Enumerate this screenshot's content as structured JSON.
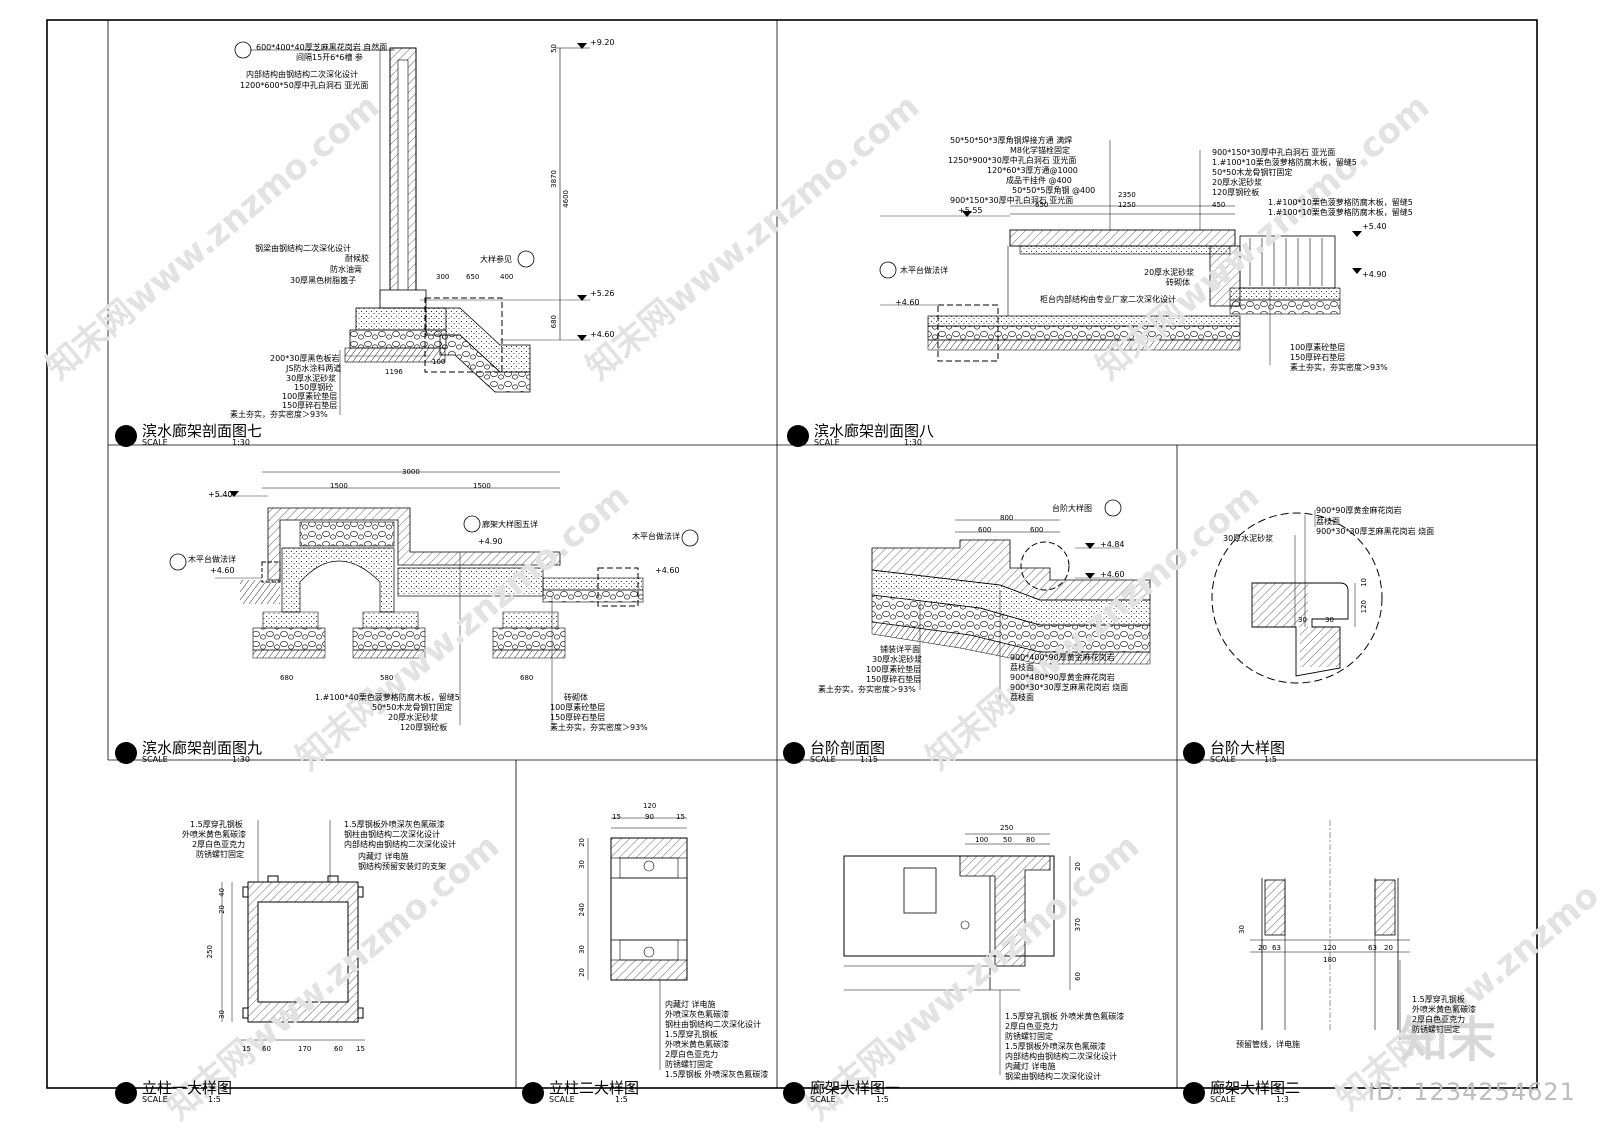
{
  "watermark": {
    "site": "知末网www.znzmo.com",
    "logo": "知末",
    "id": "ID: 1234254621"
  },
  "panels": [
    {
      "title": "滨水廊架剖面图七",
      "scale_label": "SCALE",
      "scale": "1:30"
    },
    {
      "title": "滨水廊架剖面图八",
      "scale_label": "SCALE",
      "scale": "1:30"
    },
    {
      "title": "滨水廊架剖面图九",
      "scale_label": "SCALE",
      "scale": "1:30"
    },
    {
      "title": "台阶剖面图",
      "scale_label": "SCALE",
      "scale": "1:15"
    },
    {
      "title": "台阶大样图",
      "scale_label": "SCALE",
      "scale": "1:5"
    },
    {
      "title": "立柱一大样图",
      "scale_label": "SCALE",
      "scale": "1:5"
    },
    {
      "title": "立柱二大样图",
      "scale_label": "SCALE",
      "scale": "1:5"
    },
    {
      "title": "廊架大样图一",
      "scale_label": "SCALE",
      "scale": "1:5"
    },
    {
      "title": "廊架大样图二",
      "scale_label": "SCALE",
      "scale": "1:3"
    }
  ],
  "p7": {
    "notes_top": [
      "600*400*40厚芝麻黑花岗岩 自然面",
      "间隔15开6*6槽 参",
      "内部结构由钢结构二次深化设计",
      "1200*600*50厚中孔白洞石 亚光面"
    ],
    "notes_mid": [
      "钢梁由钢结构二次深化设计",
      "耐候胶",
      "防水油膏",
      "30厚黑色树脂篦子"
    ],
    "notes_bot": [
      "200*30厚黑色板岩",
      "JS防水涂料两道",
      "30厚水泥砂浆",
      "150厚钢砼",
      "100厚素砼垫层",
      "150厚碎石垫层",
      "素土夯实，夯实密度＞93%"
    ],
    "detail_ref": "大样参见",
    "levels": [
      "+9.20",
      "+5.26",
      "+4.60"
    ],
    "dims": [
      "50",
      "3870",
      "4600",
      "680",
      "1196",
      "300",
      "650",
      "400",
      "100"
    ]
  },
  "p8": {
    "notes_left": [
      "50*50*50*3厚角钢焊接方通 满焊",
      "M8化学锚栓固定",
      "1250*900*30厚中孔白洞石 亚光面",
      "120*60*3厚方通@1000",
      "成品干挂件 @400",
      "50*50*5厚角钢 @400",
      "900*150*30厚中孔白洞石 亚光面"
    ],
    "notes_right": [
      "900*150*30厚中孔白洞石 亚光面",
      "1.#100*10栗色菠萝格防腐木板，留缝5",
      "50*50木龙骨钢钉固定",
      "20厚水泥砂浆",
      "120厚钢砼板"
    ],
    "notes_right2": [
      "1.#100*10栗色菠萝格防腐木板，留缝5",
      "1.#100*10栗色菠萝格防腐木板，留缝5"
    ],
    "note_mid": [
      "20厚水泥砂浆",
      "砖砌体"
    ],
    "note_center": "柜台内部结构由专业厂家二次深化设计",
    "note_tag": "木平台做法详",
    "notes_bot": [
      "100厚素砼垫层",
      "150厚碎石垫层",
      "素土夯实，夯实密度＞93%"
    ],
    "levels": [
      "+5.55",
      "+5.40",
      "+4.90",
      "+4.60"
    ],
    "dims": [
      "2350",
      "650",
      "1250",
      "450"
    ]
  },
  "p9": {
    "dims_top": [
      "3000",
      "1500",
      "1500"
    ],
    "levels": [
      "+5.40",
      "+4.90",
      "+4.60",
      "+4.60"
    ],
    "tags": [
      "木平台做法详",
      "廊架大样图五详",
      "木平台做法详"
    ],
    "notes_left": [
      "1.#100*40栗色菠萝格防腐木板，留缝5",
      "50*50木龙骨钢钉固定",
      "20厚水泥砂浆",
      "120厚钢砼板"
    ],
    "notes_right": [
      "砖砌体",
      "100厚素砼垫层",
      "150厚碎石垫层",
      "素土夯实，夯实密度＞93%"
    ],
    "dims_bot": [
      "680",
      "580",
      "680"
    ]
  },
  "pstep": {
    "tag": "台阶大样图",
    "levels": [
      "+4.84",
      "+4.60"
    ],
    "dims": [
      "800",
      "600",
      "600"
    ],
    "notes_left": [
      "铺装详平面",
      "30厚水泥砂浆",
      "100厚素砼垫层",
      "150厚碎石垫层",
      "素土夯实，夯实密度＞93%"
    ],
    "notes_right": [
      "900*400*90厚黄金麻花岗岩",
      "荔枝面",
      "900*480*90厚黄金麻花岗岩",
      "900*30*30厚芝麻黑花岗岩 烧面",
      "荔枝面"
    ]
  },
  "pstepd": {
    "notes": [
      "900*90厚黄金麻花岗岩",
      "荔枝面",
      "900*30*30厚芝麻黑花岗岩 烧面"
    ],
    "note_left": "30厚水泥砂浆",
    "dims": [
      "10",
      "120",
      "30",
      "30"
    ]
  },
  "pcol1": {
    "notes_left": [
      "1.5厚穿孔钢板",
      "外喷米黄色氟碳漆",
      "2厚白色亚克力",
      "防锈螺钉固定"
    ],
    "notes_right": [
      "1.5厚钢板外喷深灰色氟碳漆",
      "钢柱由钢结构二次深化设计",
      "内部结构由钢结构二次深化设计",
      "内藏灯 详电施",
      "钢结构预留安装灯的支架"
    ],
    "dims": [
      "250",
      "40",
      "20",
      "30",
      "15",
      "60",
      "170",
      "60",
      "15"
    ]
  },
  "pcol2": {
    "dims": [
      "120",
      "90",
      "15",
      "15",
      "20",
      "30",
      "240",
      "30",
      "20"
    ],
    "notes": [
      "内藏灯 详电施",
      "外喷深灰色氟碳漆",
      "钢柱由钢结构二次深化设计",
      "1.5厚穿孔钢板",
      "外喷米黄色氟碳漆",
      "2厚白色亚克力",
      "防锈螺钉固定",
      "1.5厚钢板 外喷深灰色氟碳漆"
    ]
  },
  "pgal1": {
    "dims": [
      "250",
      "100",
      "50",
      "80",
      "20",
      "370",
      "60"
    ],
    "notes": [
      "1.5厚穿孔钢板 外喷米黄色氟碳漆",
      "2厚白色亚克力",
      "防锈螺钉固定",
      "1.5厚钢板外喷深灰色氟碳漆",
      "内部结构由钢结构二次深化设计",
      "内藏灯 详电施",
      "钢梁由钢结构二次深化设计"
    ]
  },
  "pgal2": {
    "dims": [
      "120",
      "180",
      "20",
      "63",
      "20",
      "63",
      "30"
    ],
    "notes": [
      "1.5厚穿孔钢板",
      "外喷米黄色氟碳漆",
      "2厚白色亚克力",
      "防锈螺钉固定"
    ],
    "note_left": "预留管线，详电施"
  }
}
